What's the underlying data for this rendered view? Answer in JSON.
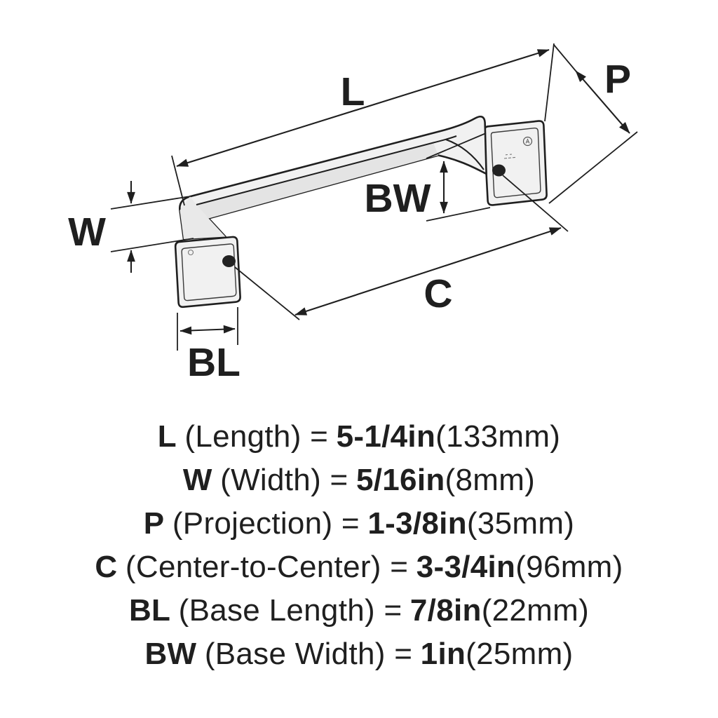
{
  "figure": {
    "labels": {
      "L": "L",
      "P": "P",
      "W": "W",
      "BW": "BW",
      "C": "C",
      "BL": "BL"
    }
  },
  "specs": [
    {
      "code": "L",
      "name": "(Length) =",
      "value": "5-1/4in",
      "metric": "(133mm)"
    },
    {
      "code": "W",
      "name": "(Width) =",
      "value": "5/16in",
      "metric": "(8mm)"
    },
    {
      "code": "P",
      "name": "(Projection) =",
      "value": "1-3/8in",
      "metric": "(35mm)"
    },
    {
      "code": "C",
      "name": "(Center-to-Center) =",
      "value": "3-3/4in",
      "metric": "(96mm)"
    },
    {
      "code": "BL",
      "name": "(Base Length) =",
      "value": "7/8in",
      "metric": "(22mm)"
    },
    {
      "code": "BW",
      "name": "(Base Width) =",
      "value": "1in",
      "metric": "(25mm)"
    }
  ],
  "colors": {
    "ink": "#1f1f1f",
    "metal_light": "#f1f1f1",
    "metal_shade": "#e4e4e4",
    "background": "#ffffff"
  }
}
